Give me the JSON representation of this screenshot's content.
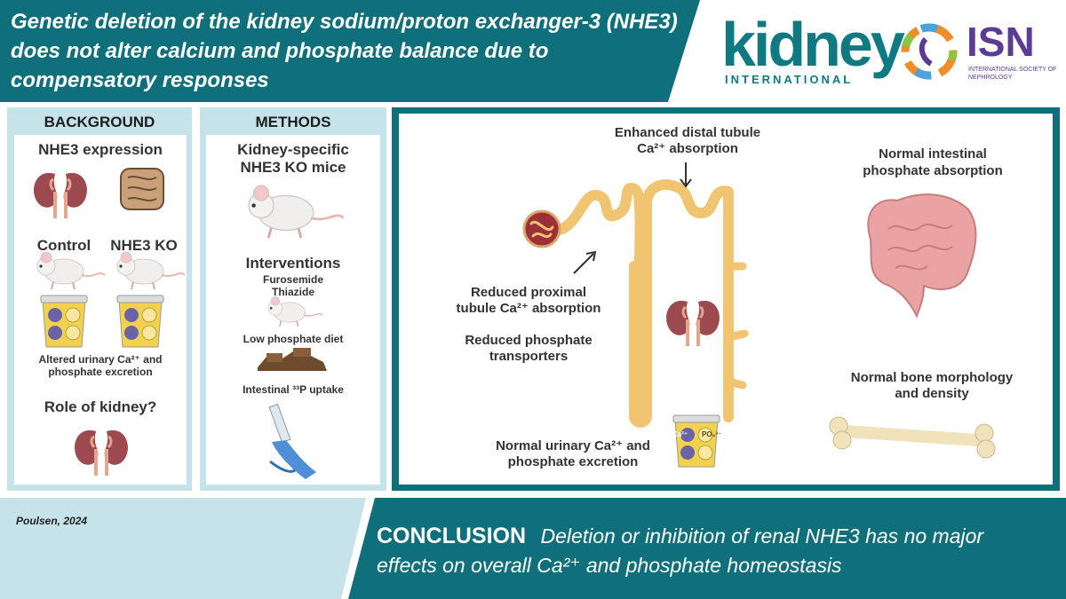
{
  "header": {
    "title_line1": "Genetic deletion of the kidney sodium/proton exchanger-3 (NHE3)",
    "title_line2": "does not alter calcium and phosphate balance due to",
    "title_line3": "compensatory responses"
  },
  "logos": {
    "journal_word": "kidney",
    "journal_sub": "INTERNATIONAL",
    "society_word": "ISN",
    "society_sub": "INTERNATIONAL SOCIETY OF NEPHROLOGY"
  },
  "background": {
    "heading": "BACKGROUND",
    "nhe3_expression": "NHE3 expression",
    "control": "Control",
    "nhe3_ko": "NHE3 KO",
    "altered_line1": "Altered urinary Ca²⁺ and",
    "altered_line2": "phosphate excretion",
    "role": "Role of kidney?"
  },
  "methods": {
    "heading": "METHODS",
    "mice_line1": "Kidney-specific",
    "mice_line2": "NHE3 KO mice",
    "interventions": "Interventions",
    "drug1": "Furosemide",
    "drug2": "Thiazide",
    "diet": "Low phosphate diet",
    "uptake": "Intestinal ³³P uptake"
  },
  "results": {
    "distal_line1": "Enhanced distal tubule",
    "distal_line2": "Ca²⁺ absorption",
    "proximal_line1": "Reduced proximal",
    "proximal_line2": "tubule Ca²⁺ absorption",
    "transport_line1": "Reduced phosphate",
    "transport_line2": "transporters",
    "urinary_line1": "Normal urinary Ca²⁺ and",
    "urinary_line2": "phosphate excretion",
    "intestinal_line1": "Normal intestinal",
    "intestinal_line2": "phosphate absorption",
    "bone_line1": "Normal bone morphology",
    "bone_line2": "and density"
  },
  "footer": {
    "credit": "Poulsen, 2024",
    "conclusion_label": "CONCLUSION",
    "conclusion_line1": "Deletion or inhibition of renal NHE3 has no major",
    "conclusion_line2": "effects on overall Ca²⁺ and phosphate homeostasis"
  },
  "icons": {
    "ca_ion": "Ca²⁺",
    "po4_ion": "PO₄³⁻"
  },
  "colors": {
    "teal_dark": "#0f6f7b",
    "teal_light": "#c6e3ea",
    "kidney_red": "#9c4a4f",
    "tubule_orange": "#f1c472"
  }
}
